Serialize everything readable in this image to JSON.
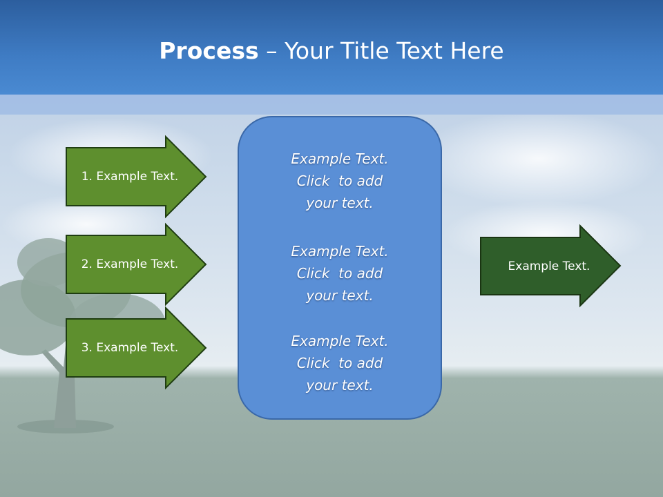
{
  "slide": {
    "title_bold": "Process",
    "title_rest": " – Your Title Text Here"
  },
  "inputs": [
    {
      "label": "1. Example Text."
    },
    {
      "label": "2. Example Text."
    },
    {
      "label": "3. Example Text."
    }
  ],
  "center_box": {
    "blocks": [
      {
        "lines": [
          "Example Text.",
          "Click  to add",
          "your text."
        ]
      },
      {
        "lines": [
          "Example Text.",
          "Click  to add",
          "your text."
        ]
      },
      {
        "lines": [
          "Example Text.",
          "Click  to add",
          "your text."
        ]
      }
    ]
  },
  "output": {
    "label": "Example Text."
  },
  "colors": {
    "input_arrow_fill": "#5e8f2e",
    "output_arrow_fill": "#2f5e2a",
    "arrow_stroke": "#1f3d12",
    "center_box_fill": "#5a8fd6",
    "title_bar": "#3f7cc4"
  }
}
